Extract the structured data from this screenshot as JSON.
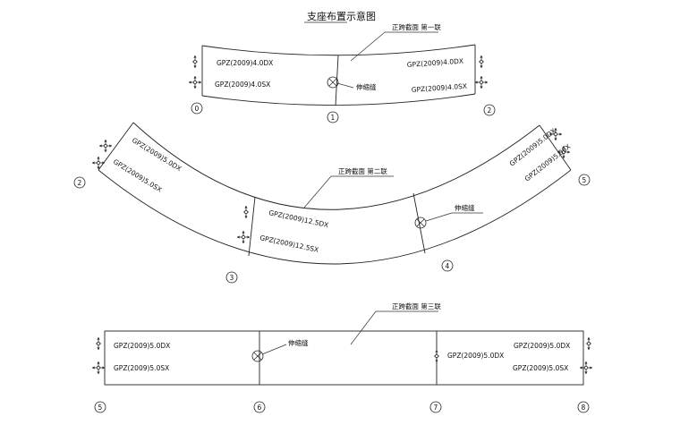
{
  "title": "支座布置示意图",
  "span1": {
    "label": "正跨截面  第一联",
    "joint_label": "伸缩缝",
    "bearings": {
      "left_top": "GPZ(2009)4.0DX",
      "left_bottom": "GPZ(2009)4.0SX",
      "right_top": "GPZ(2009)4.0DX",
      "right_bottom": "GPZ(2009)4.0SX"
    },
    "axes": [
      "0",
      "1",
      "2"
    ]
  },
  "span2": {
    "label": "正跨截面  第二联",
    "joint_label": "伸缩缝",
    "bearings": {
      "left_top": "GPZ(2009)5.0DX",
      "left_bottom": "GPZ(2009)5.0SX",
      "mid_top": "GPZ(2009)12.5DX",
      "mid_bottom": "GPZ(2009)12.5SX",
      "right_top": "GPZ(2009)5.0DX",
      "right_bottom": "GPZ(2009)5.0SX"
    },
    "axes": [
      "2",
      "3",
      "4",
      "5"
    ]
  },
  "span3": {
    "label": "正跨截面  第三联",
    "joint_label": "伸缩缝",
    "bearings": {
      "left_top": "GPZ(2009)5.0DX",
      "left_bottom": "GPZ(2009)5.0SX",
      "mid": "GPZ(2009)5.0DX",
      "right_top": "GPZ(2009)5.0DX",
      "right_bottom": "GPZ(2009)5.0SX"
    },
    "axes": [
      "5",
      "6",
      "7",
      "8"
    ]
  }
}
